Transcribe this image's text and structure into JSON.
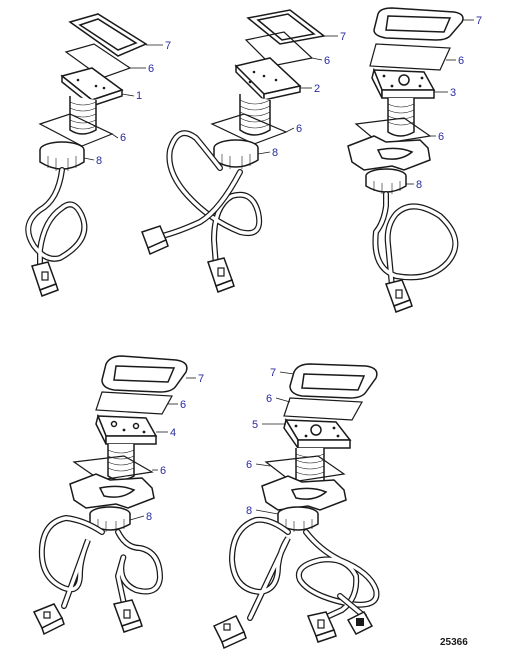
{
  "reference_number": "25366",
  "assemblies": [
    {
      "variant_label": "1",
      "callouts": [
        {
          "number": "7",
          "part": "frame"
        },
        {
          "number": "6",
          "part": "gasket-upper"
        },
        {
          "number": "1",
          "part": "panel-unit"
        },
        {
          "number": "6",
          "part": "gasket-lower"
        },
        {
          "number": "8",
          "part": "nut"
        }
      ]
    },
    {
      "variant_label": "2",
      "callouts": [
        {
          "number": "7",
          "part": "frame"
        },
        {
          "number": "6",
          "part": "gasket-upper"
        },
        {
          "number": "2",
          "part": "panel-unit"
        },
        {
          "number": "6",
          "part": "gasket-lower"
        },
        {
          "number": "8",
          "part": "nut"
        }
      ]
    },
    {
      "variant_label": "3",
      "callouts": [
        {
          "number": "7",
          "part": "frame"
        },
        {
          "number": "6",
          "part": "gasket-upper"
        },
        {
          "number": "3",
          "part": "panel-unit"
        },
        {
          "number": "6",
          "part": "gasket-lower"
        },
        {
          "number": "8",
          "part": "nut"
        }
      ]
    },
    {
      "variant_label": "4",
      "callouts": [
        {
          "number": "7",
          "part": "frame"
        },
        {
          "number": "6",
          "part": "gasket-upper"
        },
        {
          "number": "4",
          "part": "panel-unit"
        },
        {
          "number": "6",
          "part": "gasket-lower"
        },
        {
          "number": "8",
          "part": "nut"
        }
      ]
    },
    {
      "variant_label": "5",
      "callouts": [
        {
          "number": "7",
          "part": "frame"
        },
        {
          "number": "6",
          "part": "gasket-upper"
        },
        {
          "number": "5",
          "part": "panel-unit"
        },
        {
          "number": "6",
          "part": "gasket-lower"
        },
        {
          "number": "8",
          "part": "nut"
        }
      ]
    }
  ]
}
